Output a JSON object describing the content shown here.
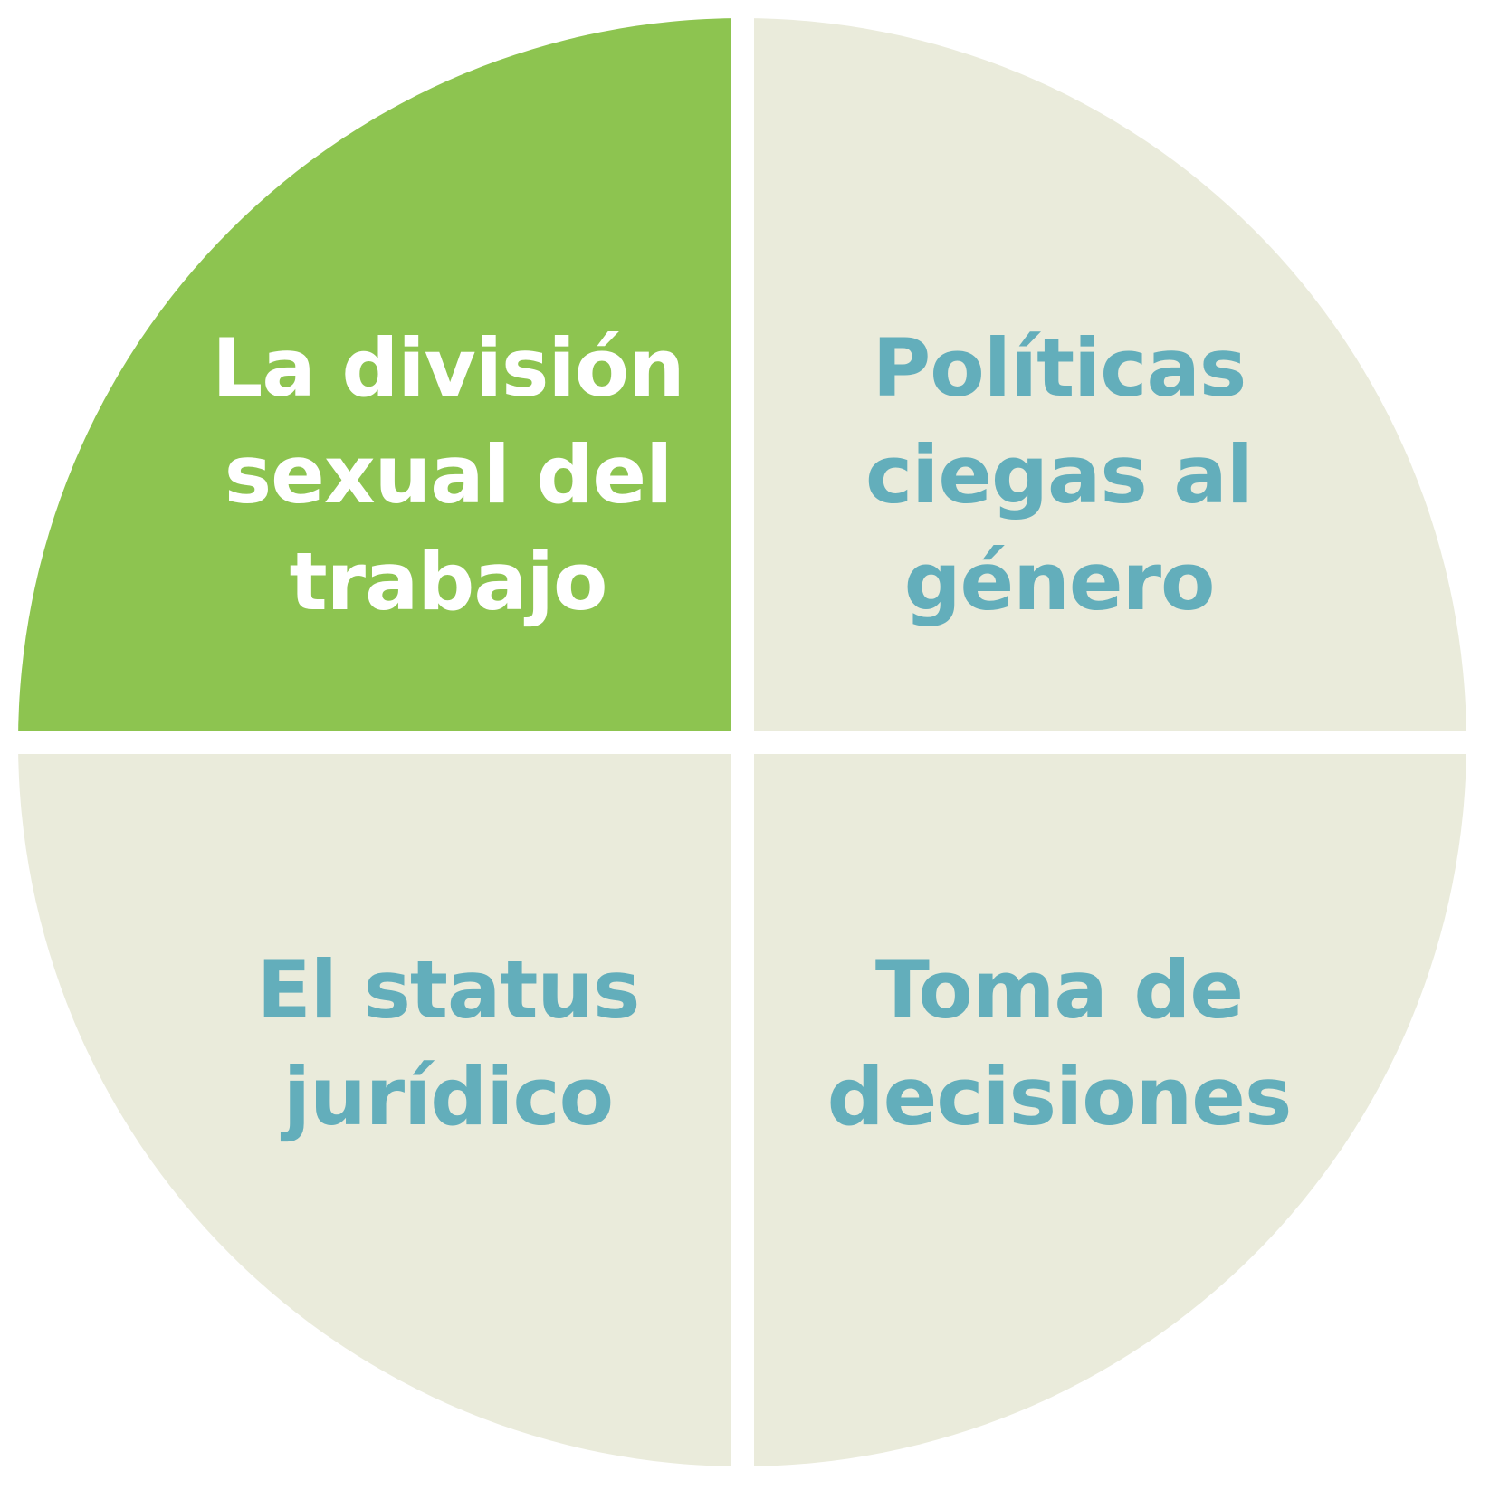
{
  "diagram": {
    "colors": {
      "highlight_fill": "#8dc450",
      "default_fill": "#eaebdb",
      "divider": "#ffffff",
      "highlight_text": "#ffffff",
      "default_text": "#63aebb"
    },
    "quadrants": [
      {
        "id": "top-left",
        "highlighted": true,
        "lines": [
          "La división",
          "sexual del",
          "trabajo"
        ]
      },
      {
        "id": "top-right",
        "highlighted": false,
        "lines": [
          "Políticas",
          "ciegas al",
          "género"
        ]
      },
      {
        "id": "bottom-left",
        "highlighted": false,
        "lines": [
          "El status",
          "jurídico"
        ]
      },
      {
        "id": "bottom-right",
        "highlighted": false,
        "lines": [
          "Toma de",
          "decisiones"
        ]
      }
    ]
  }
}
